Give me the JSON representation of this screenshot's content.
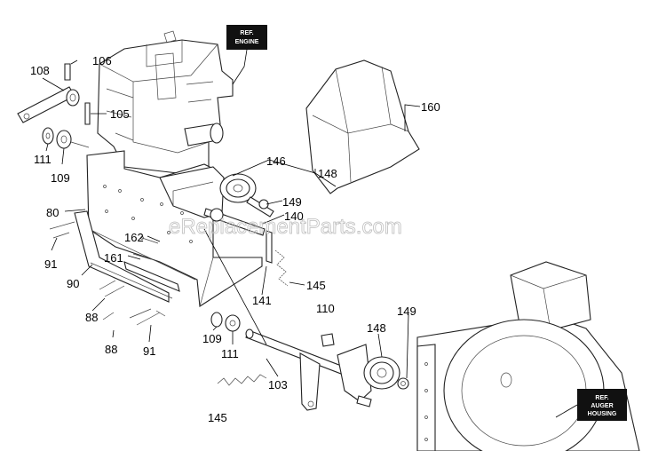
{
  "watermark": "eReplacementParts.com",
  "ref_boxes": {
    "engine": {
      "line1": "REF.",
      "line2": "ENGINE"
    },
    "auger": {
      "line1": "REF.",
      "line2": "AUGER",
      "line3": "HOUSING"
    }
  },
  "part_labels": [
    {
      "id": "106",
      "text": "106"
    },
    {
      "id": "108",
      "text": "108"
    },
    {
      "id": "105",
      "text": "105"
    },
    {
      "id": "111a",
      "text": "111"
    },
    {
      "id": "109a",
      "text": "109"
    },
    {
      "id": "160",
      "text": "160"
    },
    {
      "id": "146",
      "text": "146"
    },
    {
      "id": "148a",
      "text": "148"
    },
    {
      "id": "149a",
      "text": "149"
    },
    {
      "id": "140",
      "text": "140"
    },
    {
      "id": "80",
      "text": "80"
    },
    {
      "id": "162",
      "text": "162"
    },
    {
      "id": "91a",
      "text": "91"
    },
    {
      "id": "161",
      "text": "161"
    },
    {
      "id": "90",
      "text": "90"
    },
    {
      "id": "145a",
      "text": "145"
    },
    {
      "id": "141",
      "text": "141"
    },
    {
      "id": "110",
      "text": "110"
    },
    {
      "id": "88a",
      "text": "88"
    },
    {
      "id": "149b",
      "text": "149"
    },
    {
      "id": "148b",
      "text": "148"
    },
    {
      "id": "109b",
      "text": "109"
    },
    {
      "id": "88b",
      "text": "88"
    },
    {
      "id": "91b",
      "text": "91"
    },
    {
      "id": "111b",
      "text": "111"
    },
    {
      "id": "103",
      "text": "103"
    },
    {
      "id": "145b",
      "text": "145"
    }
  ]
}
